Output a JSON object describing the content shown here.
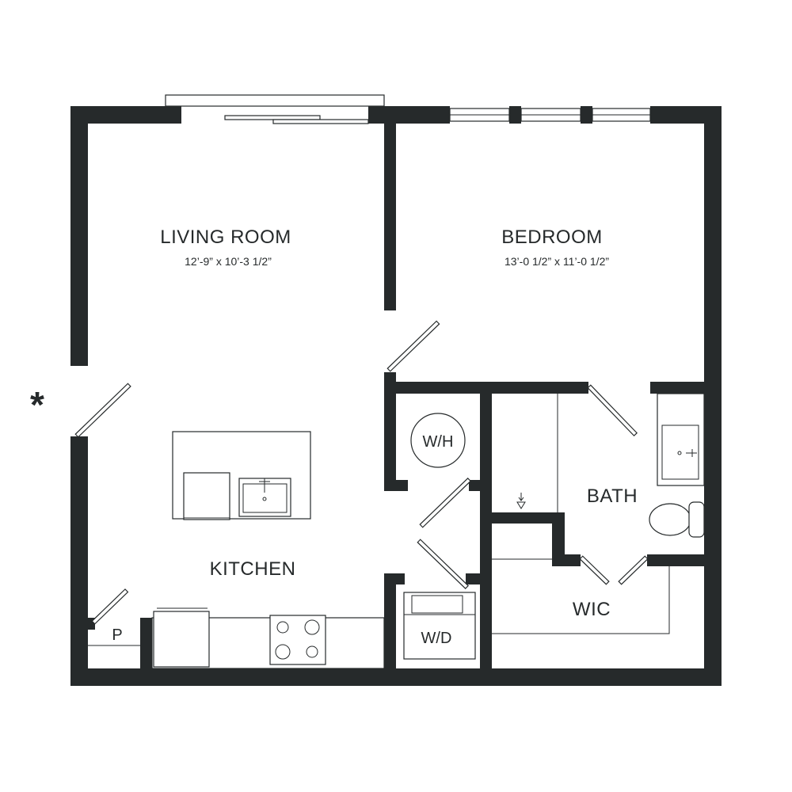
{
  "rooms": {
    "living_room": {
      "name": "LIVING ROOM",
      "dims": "12’-9” x 10’-3 1/2”"
    },
    "bedroom": {
      "name": "BEDROOM",
      "dims": "13’-0 1/2” x 11’-0 1/2”"
    },
    "kitchen": {
      "name": "KITCHEN"
    },
    "bath": {
      "name": "BATH"
    },
    "wic": {
      "name": "WIC"
    },
    "pantry": {
      "name": "P"
    }
  },
  "fixtures": {
    "water_heater": "W/H",
    "washer_dryer": "W/D"
  },
  "markers": {
    "entry": "*"
  },
  "colors": {
    "wall": "#262a2b",
    "background": "#ffffff"
  }
}
